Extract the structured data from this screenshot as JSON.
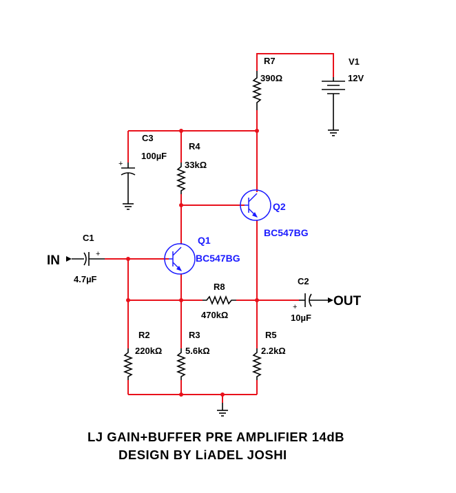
{
  "components": {
    "r7": {
      "ref": "R7",
      "value": "390Ω"
    },
    "v1": {
      "ref": "V1",
      "value": "12V"
    },
    "c3": {
      "ref": "C3",
      "value": "100µF"
    },
    "r4": {
      "ref": "R4",
      "value": "33kΩ"
    },
    "q2": {
      "ref": "Q2",
      "value": "BC547BG"
    },
    "c1": {
      "ref": "C1",
      "value": "4.7µF"
    },
    "q1": {
      "ref": "Q1",
      "value": "BC547BG"
    },
    "r8": {
      "ref": "R8",
      "value": "470kΩ"
    },
    "c2": {
      "ref": "C2",
      "value": "10µF"
    },
    "r2": {
      "ref": "R2",
      "value": "220kΩ"
    },
    "r3": {
      "ref": "R3",
      "value": "5.6kΩ"
    },
    "r5": {
      "ref": "R5",
      "value": "2.2kΩ"
    }
  },
  "ports": {
    "input": "IN",
    "output": "OUT"
  },
  "polarity": "+",
  "title": {
    "line1": "LJ GAIN+BUFFER PRE AMPLIFIER 14dB",
    "line2": "DESIGN BY LiADEL JOSHI"
  }
}
